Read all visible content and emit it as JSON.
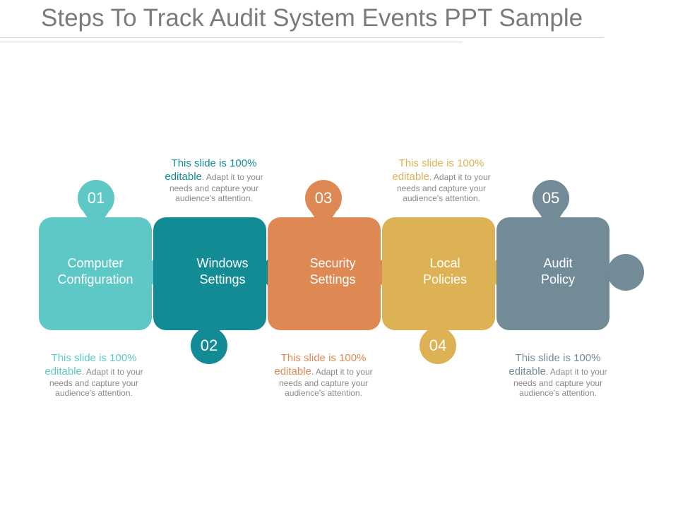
{
  "title": "Steps To Track Audit System Events PPT Sample",
  "colors": {
    "title": "#7b7b7b",
    "rule": "#cfcfcf",
    "step1": "#5ec8c6",
    "step2": "#138b94",
    "step3": "#de8853",
    "step4": "#dcb255",
    "step5": "#738b97",
    "note_body": "#8a8a8a"
  },
  "steps": [
    {
      "number": "01",
      "label_lines": [
        "Computer",
        "Configuration"
      ],
      "color": "#5ec8c6",
      "note": {
        "lead": "This slide is 100%",
        "lead2": "editable",
        "body1": ". Adapt it to your",
        "body2": "needs and capture your",
        "body3": "audience's attention."
      }
    },
    {
      "number": "02",
      "label_lines": [
        "Windows",
        "Settings"
      ],
      "color": "#138b94",
      "note": {
        "lead": "This slide is 100%",
        "lead2": "editable",
        "body1": ". Adapt it to your",
        "body2": "needs and capture your",
        "body3": "audience's attention."
      }
    },
    {
      "number": "03",
      "label_lines": [
        "Security",
        "Settings"
      ],
      "color": "#de8853",
      "note": {
        "lead": "This slide is 100%",
        "lead2": "editable",
        "body1": ". Adapt it to your",
        "body2": "needs and capture your",
        "body3": "audience's attention."
      }
    },
    {
      "number": "04",
      "label_lines": [
        "Local",
        "Policies"
      ],
      "color": "#dcb255",
      "note": {
        "lead": "This slide is 100%",
        "lead2": "editable",
        "body1": ". Adapt it to your",
        "body2": "needs and capture your",
        "body3": "audience's attention."
      }
    },
    {
      "number": "05",
      "label_lines": [
        "Audit",
        "Policy"
      ],
      "color": "#738b97",
      "note": {
        "lead": "This slide is 100%",
        "lead2": "editable",
        "body1": ". Adapt it to your",
        "body2": "needs and capture your",
        "body3": "audience's attention."
      }
    }
  ]
}
